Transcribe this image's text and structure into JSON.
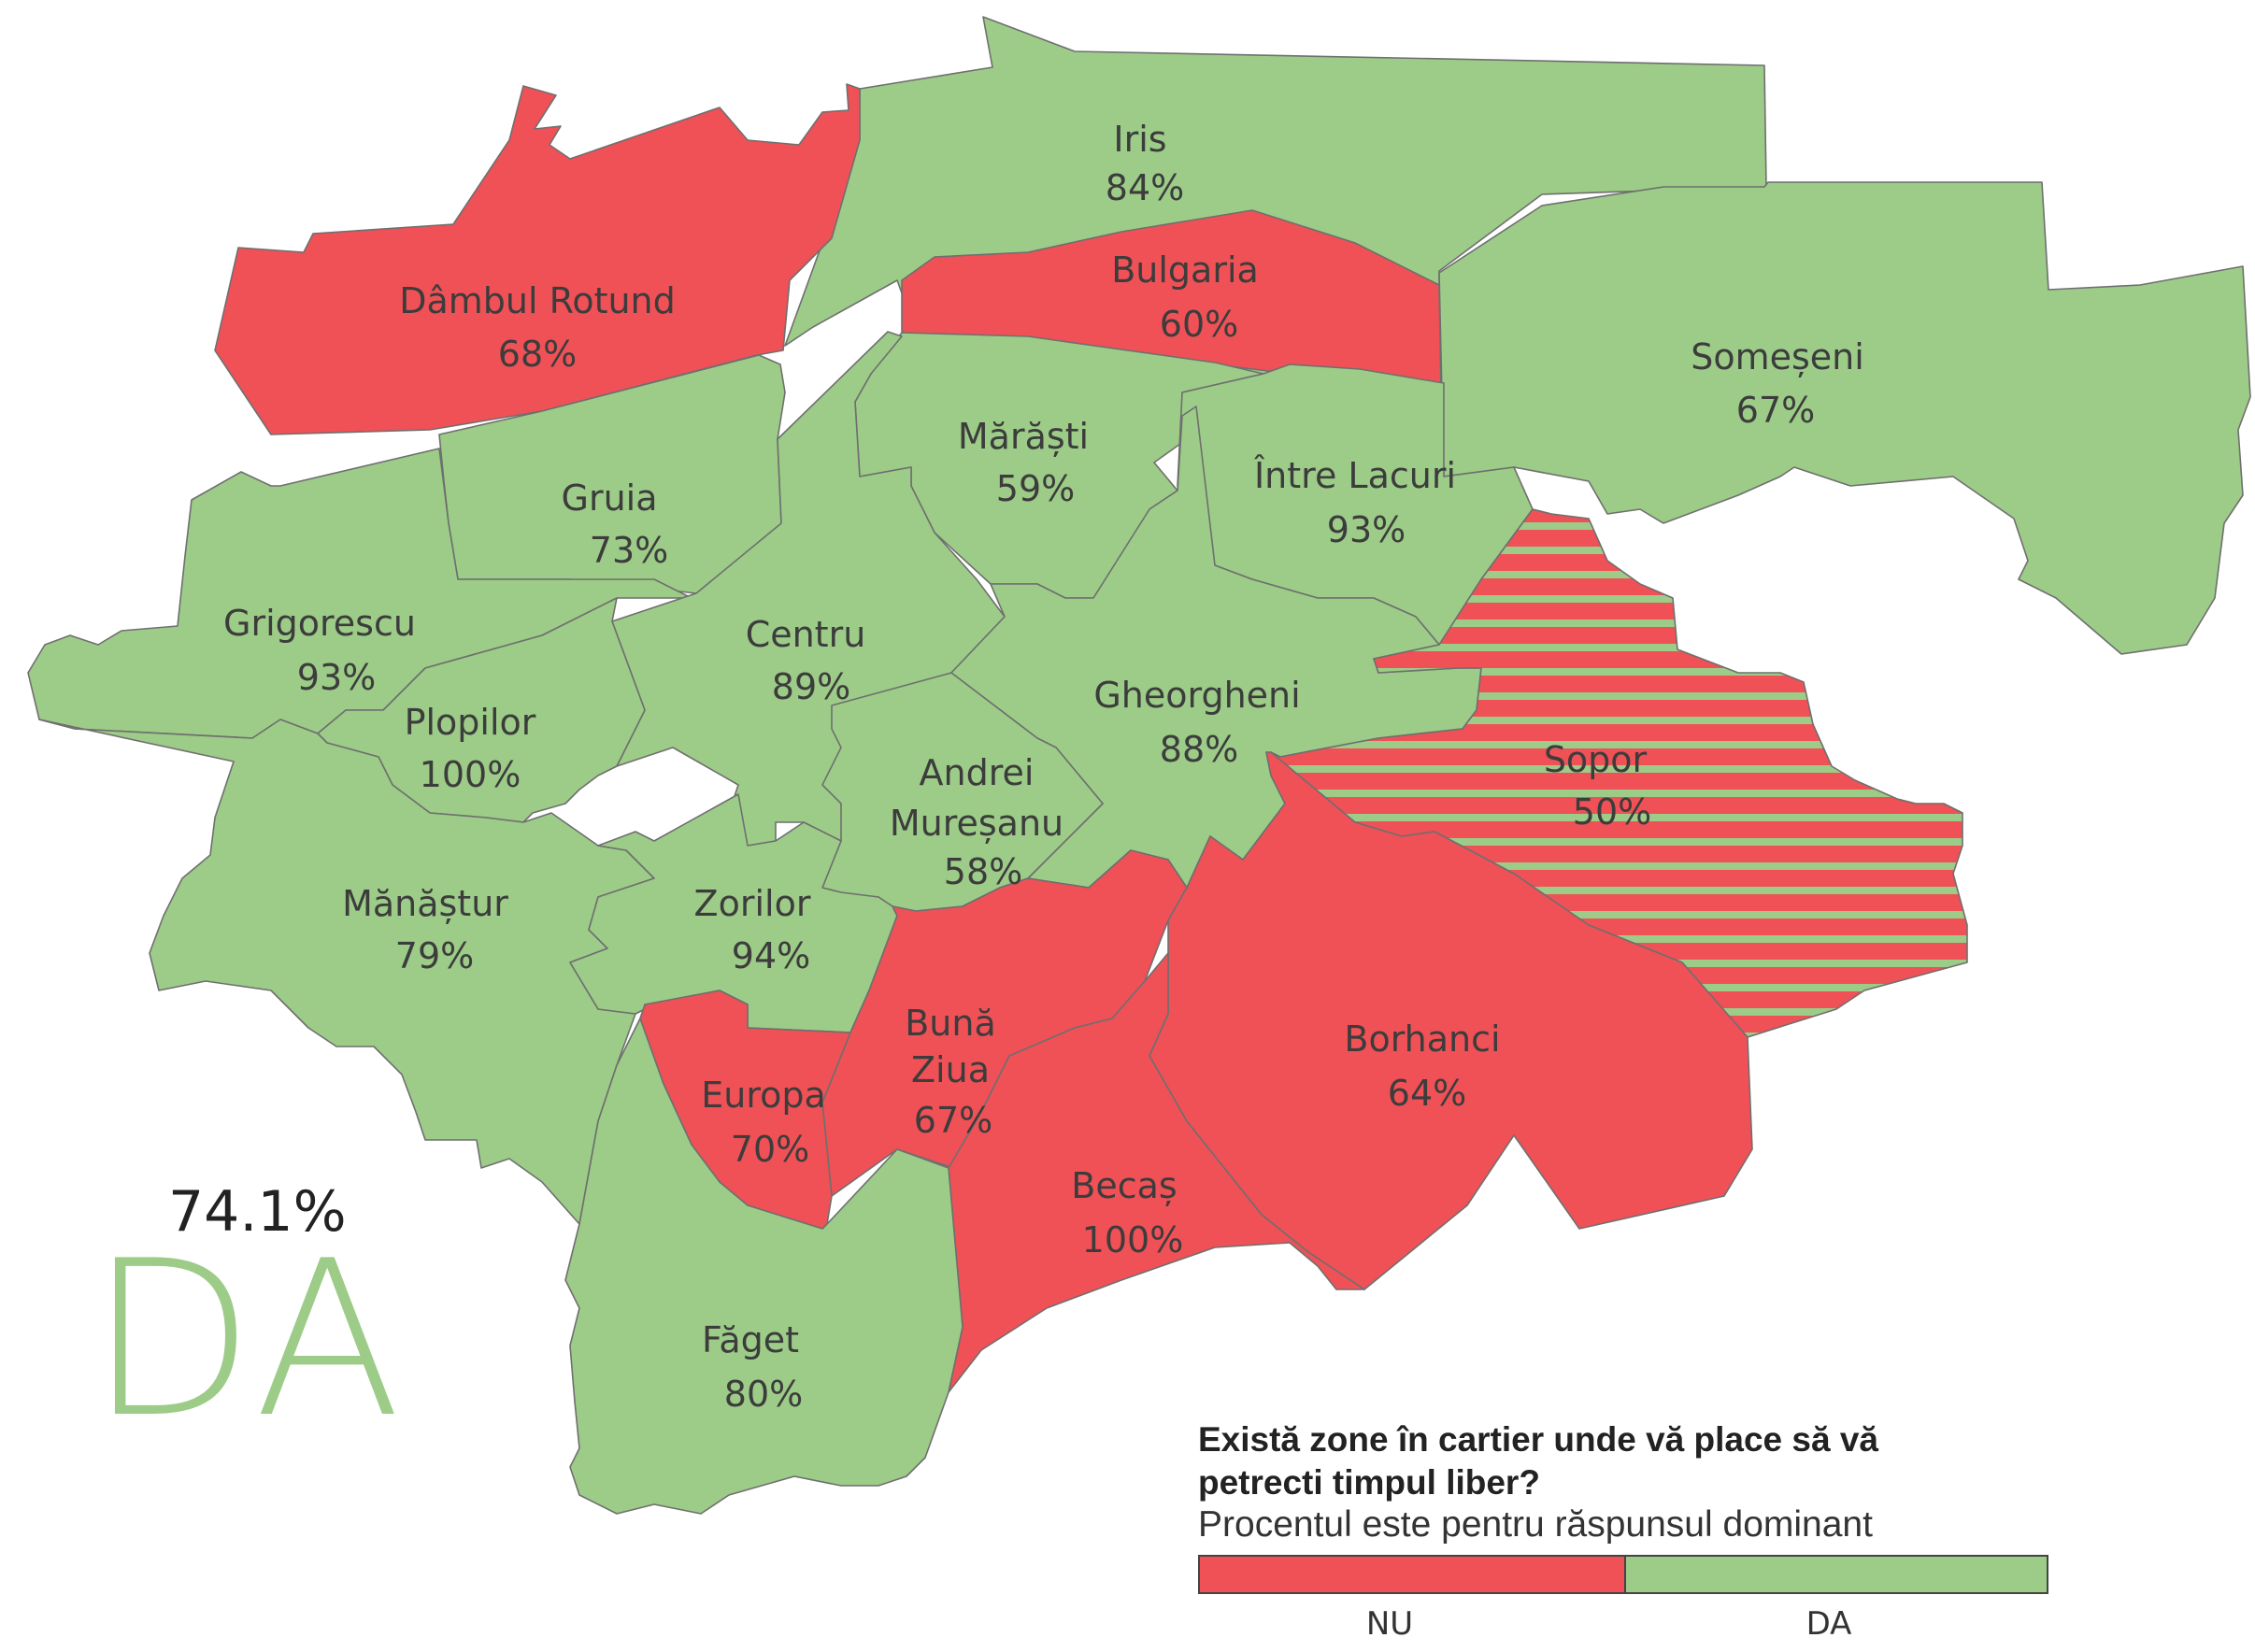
{
  "colors": {
    "da": "#9CCC87",
    "nu": "#EF5156",
    "text": "#3c3c3c"
  },
  "question": {
    "title_line1": "Există zone în cartier unde vă place să vă",
    "title_line2": "petrecti timpul liber?",
    "subtitle": "Procentul este pentru răspunsul dominant"
  },
  "legend": {
    "nu": "NU",
    "da": "DA"
  },
  "total": {
    "percent": "74.1%",
    "answer": "DA"
  },
  "districts": [
    {
      "id": "iris",
      "name": "Iris",
      "percent": "84%",
      "answer": "DA"
    },
    {
      "id": "dambul-rotund",
      "name": "Dâmbul Rotund",
      "percent": "68%",
      "answer": "NU"
    },
    {
      "id": "bulgaria",
      "name": "Bulgaria",
      "percent": "60%",
      "answer": "NU"
    },
    {
      "id": "someseni",
      "name": "Someșeni",
      "percent": "67%",
      "answer": "DA"
    },
    {
      "id": "marasti",
      "name": "Mărăști",
      "percent": "59%",
      "answer": "DA"
    },
    {
      "id": "intre-lacuri",
      "name": "Între Lacuri",
      "percent": "93%",
      "answer": "DA"
    },
    {
      "id": "gruia",
      "name": "Gruia",
      "percent": "73%",
      "answer": "DA"
    },
    {
      "id": "grigorescu",
      "name": "Grigorescu",
      "percent": "93%",
      "answer": "DA"
    },
    {
      "id": "centru",
      "name": "Centru",
      "percent": "89%",
      "answer": "DA"
    },
    {
      "id": "gheorgheni",
      "name": "Gheorgheni",
      "percent": "88%",
      "answer": "DA"
    },
    {
      "id": "plopilor",
      "name": "Plopilor",
      "percent": "100%",
      "answer": "DA"
    },
    {
      "id": "sopor",
      "name": "Sopor",
      "percent": "50%",
      "answer": "TIE"
    },
    {
      "id": "andrei-muresanu",
      "name": "Andrei Mureșanu",
      "percent": "58%",
      "answer": "DA"
    },
    {
      "id": "manastur",
      "name": "Mănăștur",
      "percent": "79%",
      "answer": "DA"
    },
    {
      "id": "zorilor",
      "name": "Zorilor",
      "percent": "94%",
      "answer": "DA"
    },
    {
      "id": "buna-ziua",
      "name": "Bună Ziua",
      "percent": "67%",
      "answer": "NU"
    },
    {
      "id": "borhanci",
      "name": "Borhanci",
      "percent": "64%",
      "answer": "NU"
    },
    {
      "id": "europa",
      "name": "Europa",
      "percent": "70%",
      "answer": "NU"
    },
    {
      "id": "becas",
      "name": "Becaș",
      "percent": "100%",
      "answer": "NU"
    },
    {
      "id": "faget",
      "name": "Făget",
      "percent": "80%",
      "answer": "DA"
    }
  ]
}
